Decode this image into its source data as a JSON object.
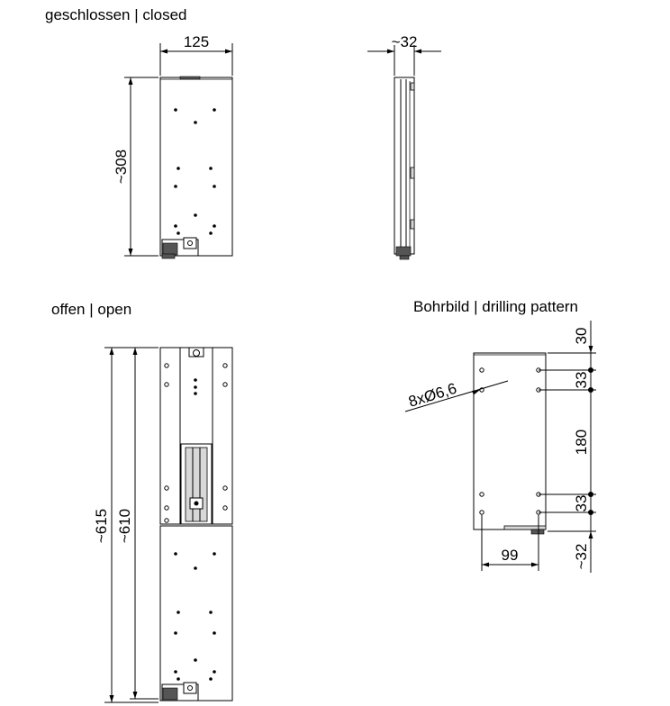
{
  "sections": {
    "closed": "geschlossen | closed",
    "open": "offen | open",
    "drilling": "Bohrbild | drilling pattern"
  },
  "dims": {
    "closed_width": "125",
    "closed_depth": "~32",
    "closed_height": "~308",
    "open_height_outer": "~615",
    "open_height_inner": "~610",
    "hole_spec": "8xØ6,6",
    "drill_top": "30",
    "drill_gap_top": "33",
    "drill_span": "180",
    "drill_gap_bottom": "33",
    "drill_bottom": "~32",
    "drill_width": "99"
  }
}
